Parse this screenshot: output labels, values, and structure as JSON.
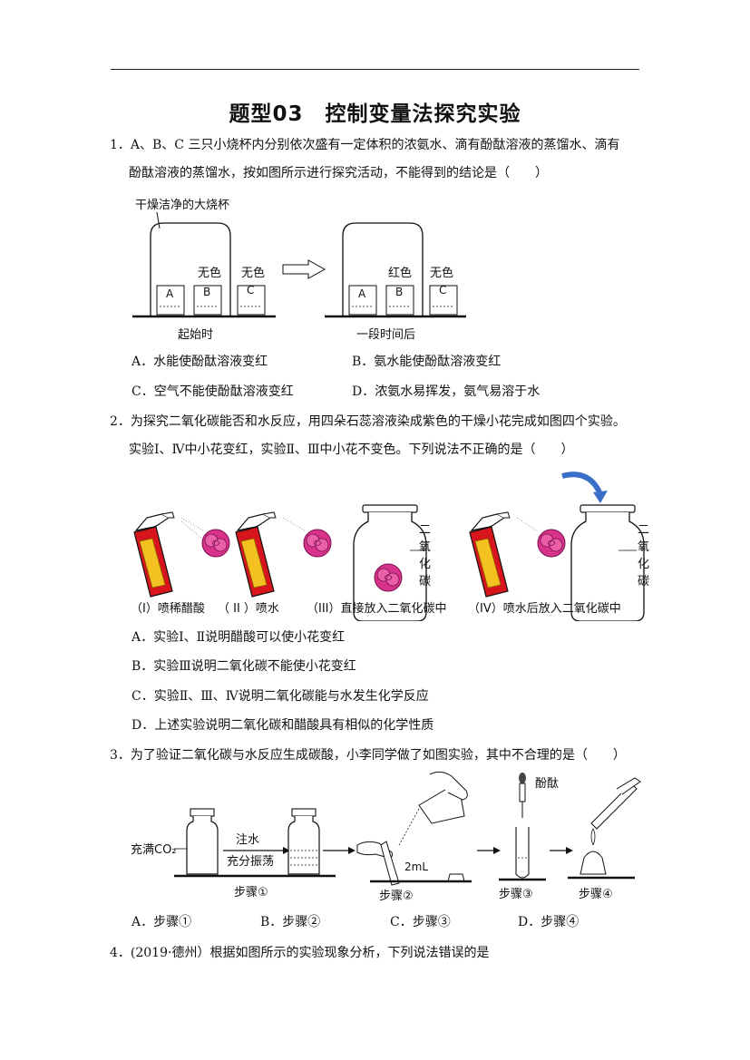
{
  "title": "题型03　控制变量法探究实验",
  "q1": {
    "line1": "1．A、B、C 三只小烧杯内分别依次盛有一定体积的浓氨水、滴有酚酞溶液的蒸馏水、滴有",
    "line2": "酚酞溶液的蒸馏水，按如图所示进行探究活动，不能得到的结论是（　　）",
    "fig": {
      "big_beaker": "干燥洁净的大烧杯",
      "a": "A",
      "b": "B",
      "c": "C",
      "left_b_color": "无色",
      "left_c_color": "无色",
      "right_b_color": "红色",
      "right_c_color": "无色",
      "start": "起始时",
      "after": "一段时间后"
    },
    "options": {
      "a": "A．水能使酚酞溶液变红",
      "b": "B．氨水能使酚酞溶液变红",
      "c": "C．空气不能使酚酞溶液变红",
      "d": "D．浓氨水易挥发，氨气易溶于水"
    }
  },
  "q2": {
    "line1": "2．为探究二氧化碳能否和水反应，用四朵石蕊溶液染成紫色的干燥小花完成如图四个实验。",
    "line2": "实验Ⅰ、Ⅳ中小花变红，实验Ⅱ、Ⅲ中小花不变色。下列说法不正确的是（　　）",
    "fig": {
      "co2_chars": [
        "二",
        "氧",
        "化",
        "碳"
      ],
      "cap1": "（I）喷稀醋酸",
      "cap2": "（ II ）喷水",
      "cap3": "（III）直接放入二氧化碳中",
      "cap4": "（IV）喷水后放入二氧化碳中"
    },
    "options": {
      "a": "A．实验Ⅰ、Ⅱ说明醋酸可以使小花变红",
      "b": "B．实验Ⅲ说明二氧化碳不能使小花变红",
      "c": "C．实验Ⅱ、Ⅲ、Ⅳ说明二氧化碳能与水发生化学反应",
      "d": "D．上述实验说明二氧化碳和醋酸具有相似的化学性质"
    }
  },
  "q3": {
    "line1": "3．为了验证二氧化碳与水反应生成碳酸，小李同学做了如图实验，其中不合理的是（　　）",
    "fig": {
      "filled": "充满CO₂",
      "inject": "注水",
      "shake": "充分振荡",
      "ml": "2mL",
      "phenol": "酚酞",
      "step1": "步骤①",
      "step2": "步骤②",
      "step3": "步骤③",
      "step4": "步骤④"
    },
    "options": {
      "a": "A．步骤①",
      "b": "B．步骤②",
      "c": "C．步骤③",
      "d": "D．步骤④"
    }
  },
  "q4": {
    "line1": "4．(2019·德州）根据如图所示的实验现象分析，下列说法错误的是"
  },
  "colors": {
    "rose": "#d8338a",
    "bottle": "#d8141c",
    "arrow_blue": "#3a6fc9"
  }
}
